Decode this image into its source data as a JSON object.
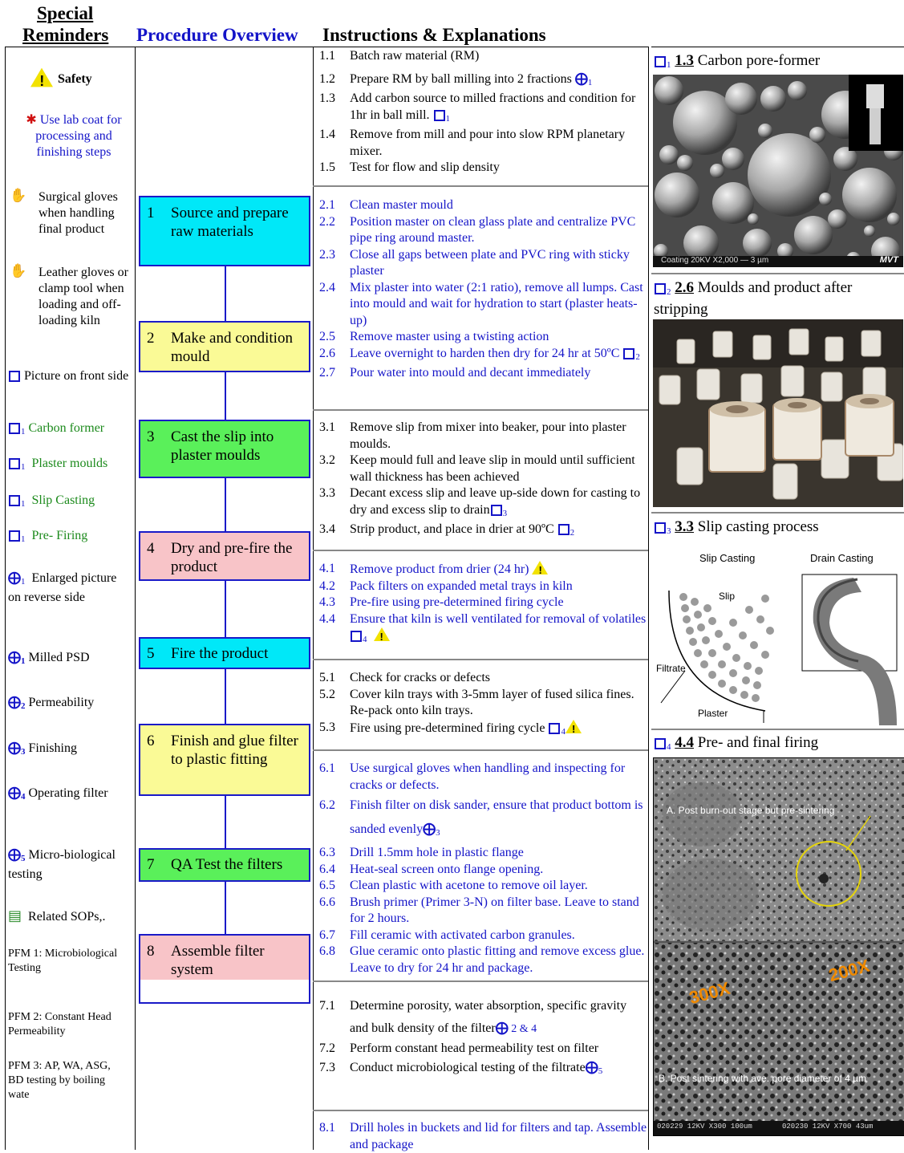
{
  "headers": {
    "special": "Special",
    "reminders": "Reminders",
    "overview": "Procedure Overview",
    "instructions": "Instructions & Explanations"
  },
  "reminders": {
    "safety": "Safety",
    "lab_coat": "Use lab coat for processing and finishing steps",
    "surgical": "Surgical gloves when handling final product",
    "leather": "Leather gloves or clamp tool when loading and off-loading kiln",
    "pic_front": "Picture on front side",
    "carbon": "Carbon  former",
    "plaster": "Plaster moulds",
    "slip": "Slip Casting",
    "prefire": "Pre- Firing",
    "enlarged": "Enlarged picture on reverse side",
    "milled": "Milled PSD",
    "perm": "Permeability",
    "finishing": "Finishing",
    "operating": "Operating filter",
    "micro": "Micro-biological testing",
    "related": "Related SOPs,.",
    "pfm1": "PFM 1: Microbiological Testing",
    "pfm2": "PFM 2: Constant Head Permeability",
    "pfm3": "PFM 3: AP, WA, ASG, BD testing by boiling wate"
  },
  "steps": [
    {
      "n": "1",
      "label": "Source  and prepare raw materials",
      "color": "#00e8f8"
    },
    {
      "n": "2",
      "label": "Make and condition mould",
      "color": "#fafa96"
    },
    {
      "n": "3",
      "label": "Cast the slip into plaster moulds",
      "color": "#5af05a"
    },
    {
      "n": "4",
      "label": "Dry and pre-fire the product",
      "color": "#f8c4c8"
    },
    {
      "n": "5",
      "label": "Fire the product",
      "color": "#00e8f8"
    },
    {
      "n": "6",
      "label": "Finish and glue filter to plastic fitting",
      "color": "#fafa96"
    },
    {
      "n": "7",
      "label": "QA Test the filters",
      "color": "#5af05a"
    },
    {
      "n": "8",
      "label": "Assemble filter system",
      "color": "#f8c4c8"
    }
  ],
  "instructions": {
    "s1_1": "Batch raw material (RM)",
    "s1_2": "Prepare RM by ball milling into 2 fractions",
    "s1_3": "Add carbon source to milled fractions and condition for 1hr in ball mill.",
    "s1_4": "Remove from mill and pour into slow RPM planetary mixer.",
    "s1_5": "Test for flow and slip density",
    "s2_1": "Clean master mould",
    "s2_2": "Position master on clean glass plate and centralize PVC pipe ring around master.",
    "s2_3": "Close all gaps between plate and PVC ring with sticky plaster",
    "s2_4": "Mix plaster into water (2:1 ratio), remove all lumps. Cast into mould and wait for hydration to start (plaster heats-up)",
    "s2_5": "Remove master using a twisting action",
    "s2_6": "Leave overnight to harden then dry for 24 hr at 50ºC",
    "s2_7": "Pour water into mould and decant immediately",
    "s3_1": "Remove slip from mixer into beaker, pour into plaster moulds.",
    "s3_2": "Keep mould full and leave slip in mould until sufficient wall thickness has been achieved",
    "s3_3": "Decant excess slip and leave up-side down for casting to dry and excess slip to drain",
    "s3_4": "Strip product, and place in drier at 90ºC",
    "s4_1": "Remove product from drier (24 hr)",
    "s4_2": "Pack filters on expanded metal trays in kiln",
    "s4_3": "Pre-fire using pre-determined firing cycle",
    "s4_4": "Ensure that kiln is well ventilated for removal of volatiles",
    "s5_1": "Check for cracks or defects",
    "s5_2": "Cover kiln trays with 3-5mm layer of fused silica fines. Re-pack onto kiln trays.",
    "s5_3": "Fire using pre-determined firing cycle",
    "s6_1": "Use surgical gloves when handling and inspecting for cracks or defects.",
    "s6_2": "Finish filter on disk sander, ensure that product bottom is sanded evenly",
    "s6_3": "Drill 1.5mm hole in plastic flange",
    "s6_4": "Heat-seal screen onto flange opening.",
    "s6_5": "Clean plastic with acetone to remove oil layer.",
    "s6_6": "Brush primer (Primer 3-N) on filter base. Leave to stand for 2 hours.",
    "s6_7": "Fill ceramic with activated carbon granules.",
    "s6_8": "Glue ceramic onto plastic fitting and remove excess glue. Leave to dry for 24 hr and package.",
    "s7_1": "Determine porosity, water absorption, specific gravity and bulk density of the filter",
    "s7_2": "Perform constant head permeability test on filter",
    "s7_3": "Conduct microbiological testing of the filtrate",
    "s8_1": "Drill holes in buckets and lid for filters and tap. Assemble and package"
  },
  "figures": {
    "f1_num": "1.3",
    "f1_title": "Carbon pore-former",
    "f1_bar": "Coating   20KV   X2,000   — 3 µm",
    "f1_brand": "MVT",
    "f2_num": "2.6",
    "f2_title": "Moulds and product after stripping",
    "f3_num": "3.3",
    "f3_title": "Slip casting process",
    "f3_slipcasting": "Slip Casting",
    "f3_draincasting": "Drain Casting",
    "f3_slip": "Slip",
    "f3_filtrate": "Filtrate",
    "f3_plaster": "Plaster",
    "f4_num": "4.4",
    "f4_title": "Pre- and final firing",
    "f4_a": "A. Post burn-out stage but pre-sintering",
    "f4_b": "B. Post sintering with ave. pore diameter of 4 µm",
    "f4_300": "300X",
    "f4_200": "200X",
    "f4_meta1": "020229  12KV  X300  100um",
    "f4_meta2": "020230  12KV  X700  43um"
  }
}
